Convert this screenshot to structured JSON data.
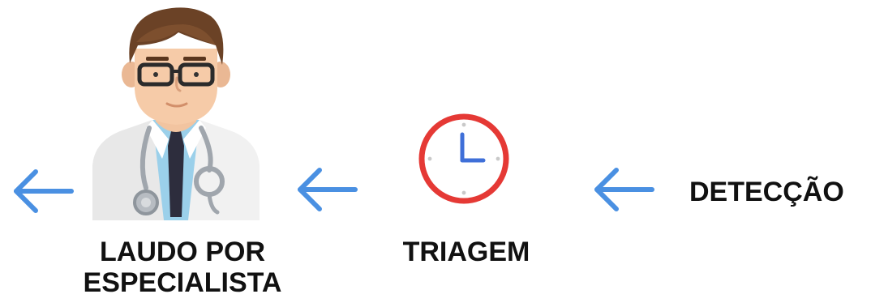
{
  "flow": {
    "steps": [
      {
        "id": "laudo",
        "label_line1": "LAUDO POR",
        "label_line2": "ESPECIALISTA",
        "icon": "doctor-icon"
      },
      {
        "id": "triagem",
        "label": "TRIAGEM",
        "icon": "clock-icon"
      },
      {
        "id": "deteccao",
        "label": "DETECÇÃO"
      }
    ],
    "arrow_icon": "arrow-left-icon",
    "colors": {
      "arrow": "#4a90e2",
      "clock_ring": "#e53935",
      "clock_hands": "#3f6fd8",
      "text": "#111111"
    }
  }
}
